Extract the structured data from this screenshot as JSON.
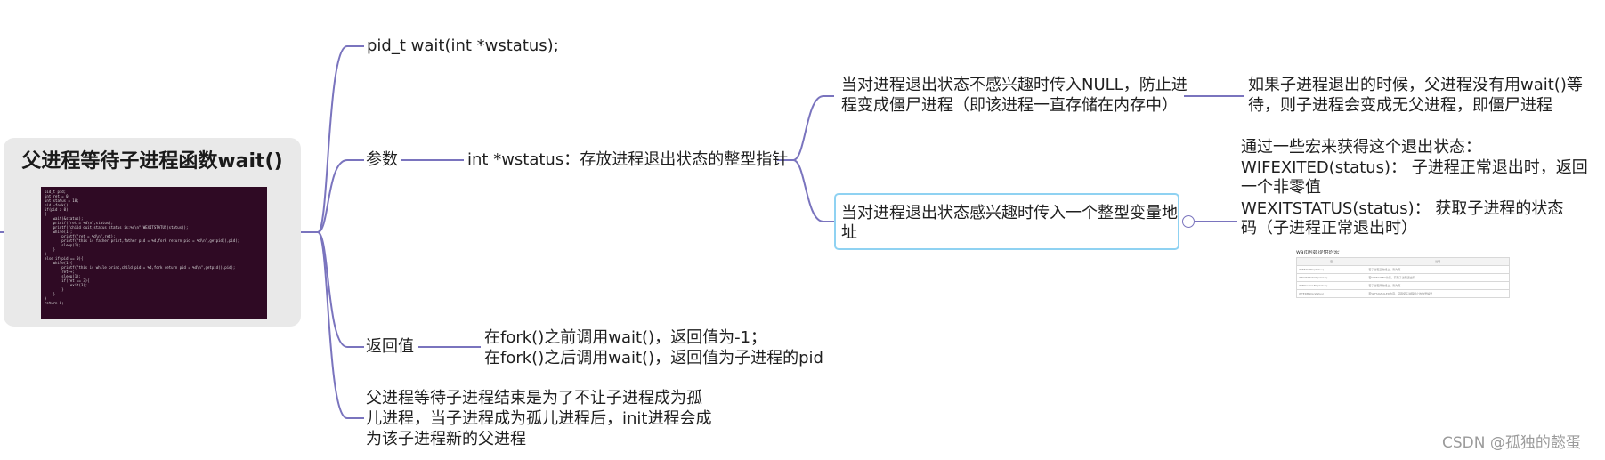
{
  "root": {
    "title": "父进程等待子进程函数wait()",
    "code_lines": [
      "pid_t pid;",
      "int ret = 0;",
      "int status = 10;",
      "pid =fork();",
      "if(pid > 0)",
      "{",
      "    wait(&status);",
      "    printf(\"ret = %d\\n\",status);",
      "    printf(\"child quit,status status is:%d\\n\",WEXITSTATUS(status));",
      "    while(1);",
      "",
      "        printf(\"ret = %d\\n\",ret);",
      "        printf(\"this is father print,father pid = %d,fork return pid = %d\\n\",getpid(),pid);",
      "        sleep(1);",
      "    }",
      "}",
      "else if(pid == 0){",
      "    while(1){",
      "        printf(\"this is while print,child pid = %d,fork return pid = %d\\n\",getpid(),pid);",
      "        ret++;",
      "        sleep(1);",
      "        if(ret == 3){",
      "            exit(3);",
      "        }",
      "    }",
      "}",
      "return 0;"
    ]
  },
  "branches": {
    "signature": "pid_t wait(int *wstatus);",
    "params": {
      "label": "参数",
      "param_desc": "int *wstatus：存放进程退出状态的整型指针",
      "case_null": {
        "line1": "当对进程退出状态不感兴趣时传入NULL，防止进",
        "line2": "程变成僵尸进程（即该进程一直存储在内存中）",
        "note_line1": "如果子进程退出的时候，父进程没有用wait()等",
        "note_line2": "待，则子进程会变成无父进程，即僵尸进程"
      },
      "case_addr": {
        "line1": "当对进程退出状态感兴趣时传入一个整型变量地",
        "line2": "址",
        "note_line1": "通过一些宏来获得这个退出状态：",
        "note_line2": "WIFEXITED(status)： 子进程正常退出时，返回",
        "note_line3": "一个非零值",
        "note_line4": "WEXITSTATUS(status)： 获取子进程的状态",
        "note_line5": "码（子进程正常退出时）",
        "table": {
          "title": "wait函数提供的宏",
          "headers": [
            "宏",
            "说明"
          ],
          "rows": [
            [
              "WIFEXITED(status)",
              "若子进程正常终止，则为真"
            ],
            [
              "WEXITSTATUS(status)",
              "若WIFEXITED为真，获取子进程退出码"
            ],
            [
              "WIFSIGNALED(status)",
              "若子进程异常终止，则为真"
            ],
            [
              "WTERMSIG(status)",
              "若WIFSIGNALED为真，获取使子进程终止的信号编号"
            ]
          ]
        }
      }
    },
    "return_value": {
      "label": "返回值",
      "line1": "在fork()之前调用wait()，返回值为-1；",
      "line2": "在fork()之后调用wait()，返回值为子进程的pid"
    },
    "summary": {
      "line1": "父进程等待子进程结束是为了不让子进程成为孤",
      "line2": "儿进程，当子进程成为孤儿进程后，init进程会成",
      "line3": "为该子进程新的父进程"
    }
  },
  "watermark": "CSDN @孤独的懿蛋",
  "colors": {
    "connector": "#7a74be",
    "root_bg": "#e9e9e9",
    "selection_border": "#8fd2f2"
  }
}
